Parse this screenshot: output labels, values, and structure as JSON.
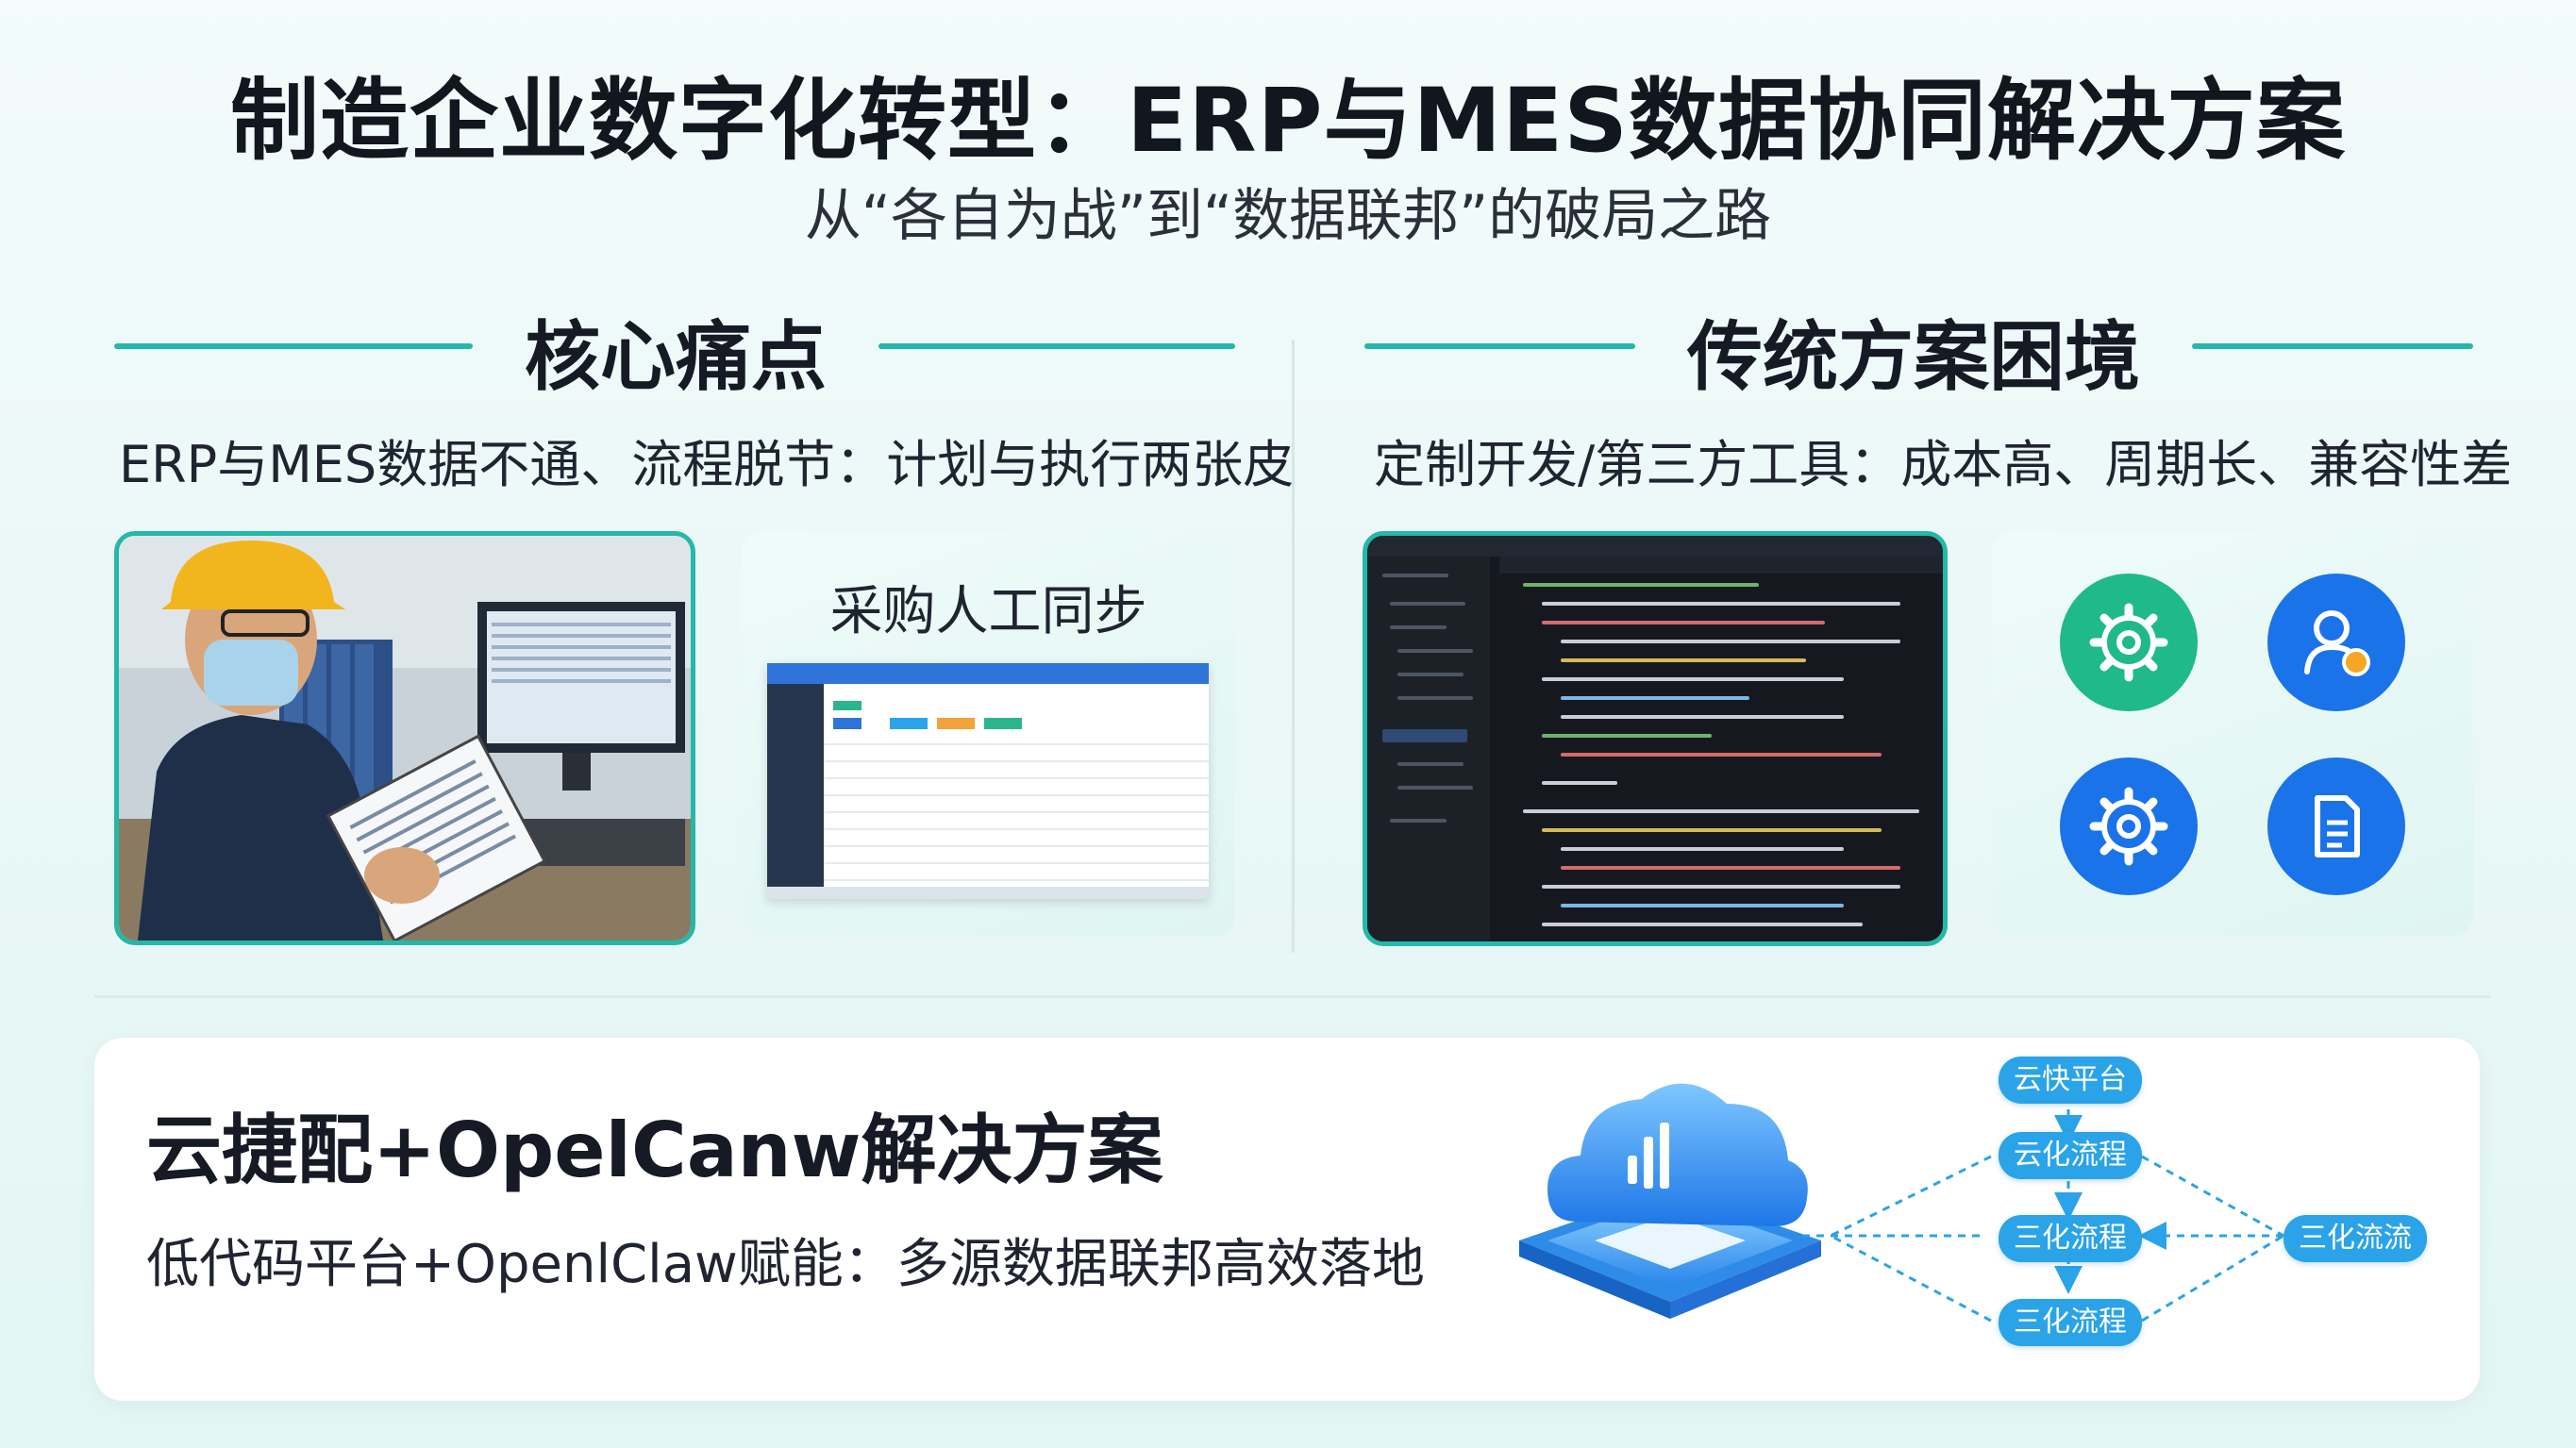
{
  "header": {
    "title": "制造企业数字化转型：ERP与MES数据协同解决方案",
    "subtitle": "从“各自为战”到“数据联邦”的破局之路"
  },
  "pain_points": {
    "title": "核心痛点",
    "description": "ERP与MES数据不通、流程脱节：计划与执行两张皮",
    "sync_card_title": "采购人工同步"
  },
  "traditional": {
    "title": "传统方案困境",
    "description": "定制开发/第三方工具：成本高、周期长、兼容性差",
    "icons": [
      "gear-icon",
      "user-icon",
      "gear-icon",
      "document-icon"
    ],
    "colors": {
      "green": "#1fb98a",
      "blue": "#1a73e8"
    }
  },
  "solution": {
    "title": "云捷配+OpelCanw解决方案",
    "description": "低代码平台+OpenlClaw赋能：多源数据联邦高效落地",
    "nodes": {
      "top": "云快平台",
      "upper": "云化流程",
      "middle": "三化流程",
      "right": "三化流流",
      "bottom": "三化流程"
    }
  },
  "colors": {
    "accent": "#23b8a8",
    "pill": "#2aa3e8"
  }
}
